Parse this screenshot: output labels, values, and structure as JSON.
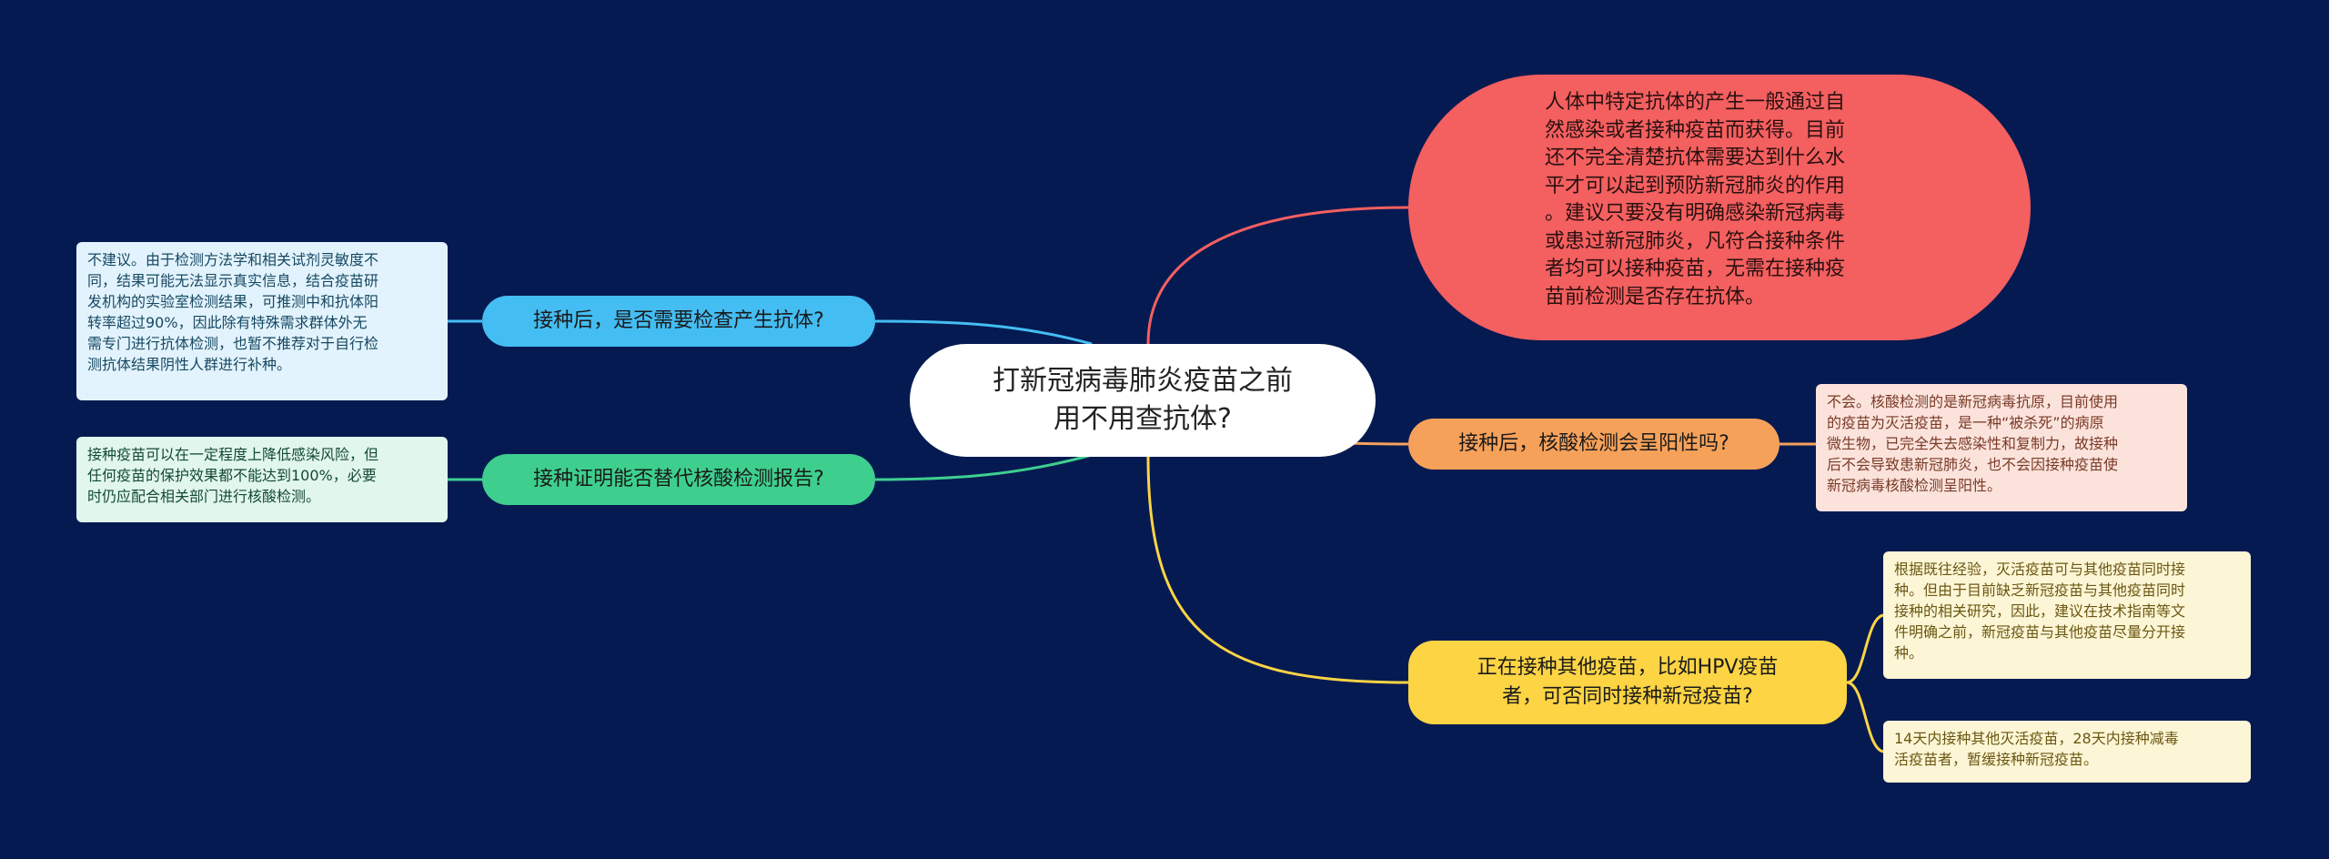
{
  "colors": {
    "background": "#061a52",
    "red": "#f45f5f",
    "orange": "#f6a15a",
    "yellow": "#fcd444",
    "blue": "#44bdf2",
    "green": "#3ecf8e"
  },
  "central": {
    "text": "打新冠病毒肺炎疫苗之前\n用不用查抗体?"
  },
  "right": {
    "top_text": "人体中特定抗体的产生一般通过自\n然感染或者接种疫苗而获得。目前\n还不完全清楚抗体需要达到什么水\n平才可以起到预防新冠肺炎的作用\n。建议只要没有明确感染新冠病毒\n或患过新冠肺炎，凡符合接种条件\n者均可以接种疫苗，无需在接种疫\n苗前检测是否存在抗体。",
    "q2": "接种后，核酸检测会呈阳性吗?",
    "a2": "不会。核酸检测的是新冠病毒抗原，目前使用\n的疫苗为灭活疫苗，是一种“被杀死”的病原\n微生物，已完全失去感染性和复制力，故接种\n后不会导致患新冠肺炎，也不会因接种疫苗使\n新冠病毒核酸检测呈阳性。",
    "q3": "正在接种其他疫苗，比如HPV疫苗\n者，可否同时接种新冠疫苗?",
    "a3a": "根据既往经验，灭活疫苗可与其他疫苗同时接\n种。但由于目前缺乏新冠疫苗与其他疫苗同时\n接种的相关研究，因此，建议在技术指南等文\n件明确之前，新冠疫苗与其他疫苗尽量分开接\n种。",
    "a3b": "14天内接种其他灭活疫苗，28天内接种减毒\n活疫苗者，暂缓接种新冠疫苗。"
  },
  "left": {
    "q1": "接种后，是否需要检查产生抗体?",
    "a1": "不建议。由于检测方法学和相关试剂灵敏度不\n同，结果可能无法显示真实信息，结合疫苗研\n发机构的实验室检测结果，可推测中和抗体阳\n转率超过90%，因此除有特殊需求群体外无\n需专门进行抗体检测，也暂不推荐对于自行检\n测抗体结果阴性人群进行补种。",
    "q2": "接种证明能否替代核酸检测报告?",
    "a2": "接种疫苗可以在一定程度上降低感染风险，但\n任何疫苗的保护效果都不能达到100%，必要\n时仍应配合相关部门进行核酸检测。"
  }
}
